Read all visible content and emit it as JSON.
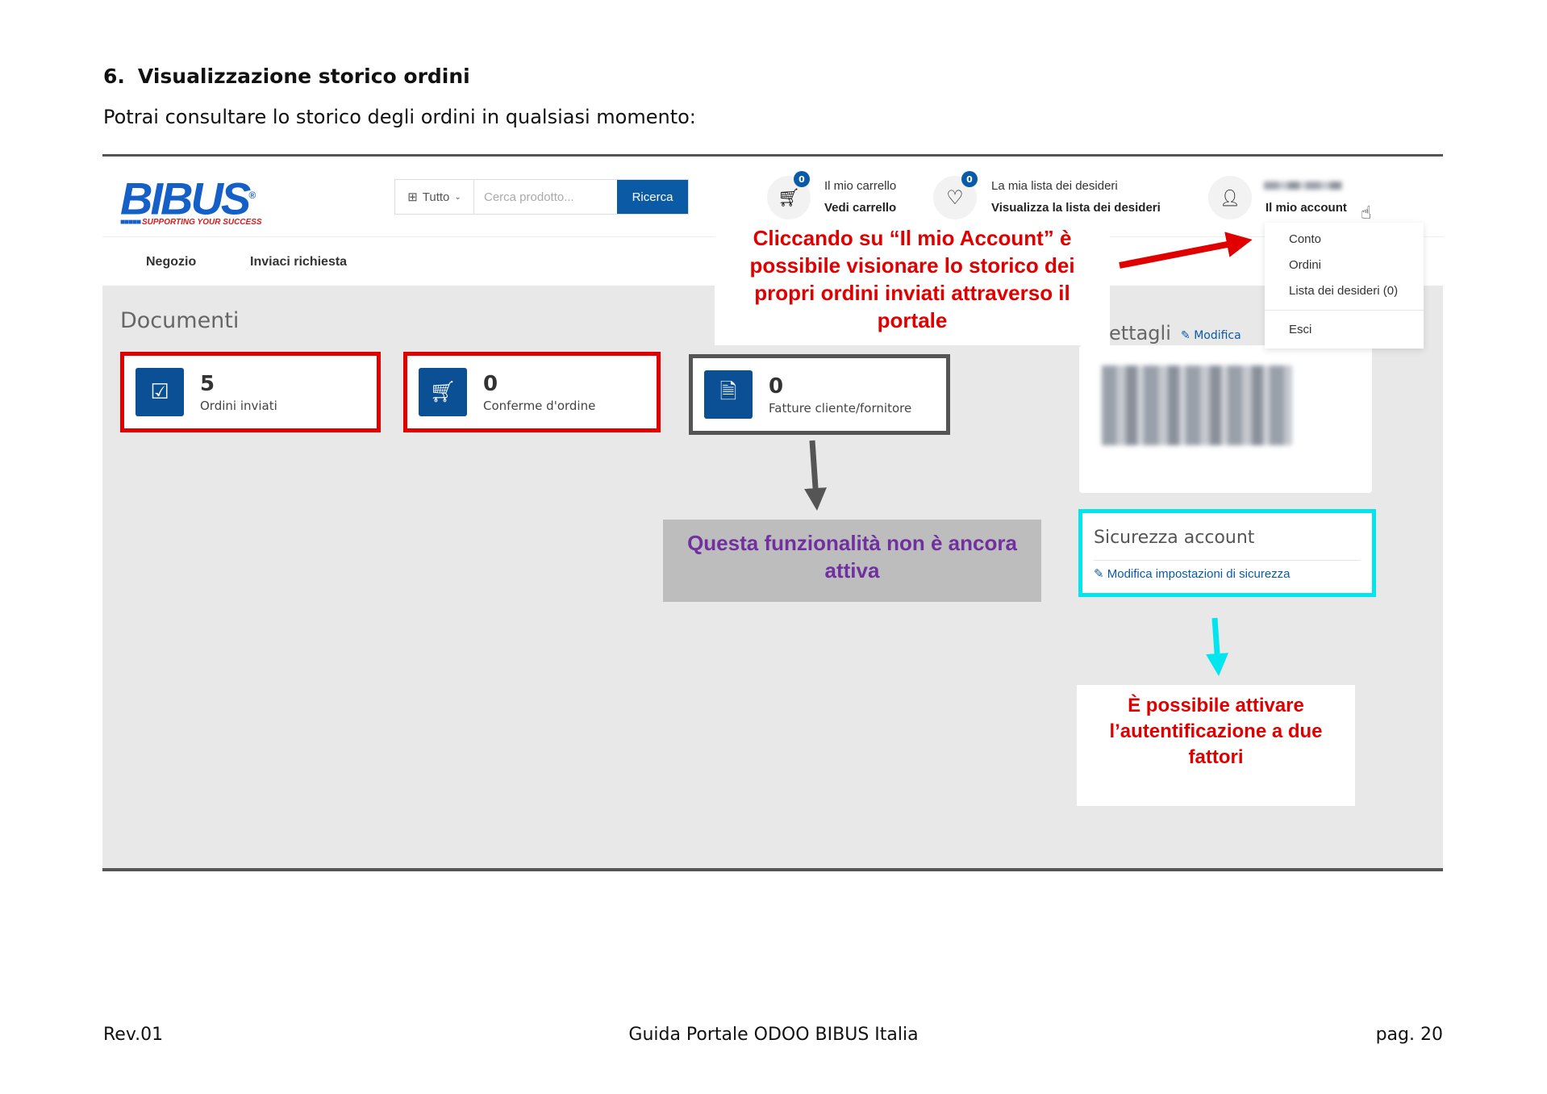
{
  "section": {
    "number": "6.",
    "title": "Visualizzazione storico ordini",
    "intro": "Potrai consultare lo storico degli ordini in qualsiasi momento:"
  },
  "portal": {
    "logo": {
      "name": "BIBUS",
      "tagline": "SUPPORTING YOUR SUCCESS"
    },
    "search": {
      "category": "Tutto",
      "placeholder": "Cerca prodotto...",
      "button": "Ricerca"
    },
    "cart": {
      "count": "0",
      "line1": "Il mio carrello",
      "line2": "Vedi carrello"
    },
    "wishlist": {
      "count": "0",
      "line1": "La mia lista dei desideri",
      "line2": "Visualizza la lista dei desideri"
    },
    "account": {
      "label": "Il mio account",
      "menu": [
        "Conto",
        "Ordini",
        "Lista dei desideri (0)",
        "Esci"
      ]
    },
    "nav": [
      "Negozio",
      "Inviaci richiesta"
    ],
    "documents_title": "Documenti",
    "cards": [
      {
        "count": "5",
        "label": "Ordini inviati",
        "icon": "check-square-icon"
      },
      {
        "count": "0",
        "label": "Conferme d'ordine",
        "icon": "cart-icon"
      },
      {
        "count": "0",
        "label": "Fatture cliente/fornitore",
        "icon": "document-icon"
      }
    ],
    "details": {
      "title": "ettagli",
      "edit": "Modifica"
    },
    "security": {
      "title": "Sicurezza account",
      "link": "Modifica impostazioni di sicurezza"
    }
  },
  "annotations": {
    "account": [
      "Cliccando su “Il mio Account” è",
      "possibile visionare lo storico dei",
      "propri ordini inviati attraverso il",
      "portale"
    ],
    "invoices": [
      "Questa funzionalità non è ancora",
      "attiva"
    ],
    "security": [
      "È possibile attivare",
      "l’autentificazione a due",
      "fattori"
    ]
  },
  "footer": {
    "left": "Rev.01",
    "center": "Guida Portale ODOO BIBUS Italia",
    "right": "pag. 20"
  },
  "colors": {
    "brand": "#0b5aa5",
    "annotation_red": "#e00000",
    "annotation_purple": "#7030a0",
    "highlight_cyan": "#00e5ee"
  }
}
